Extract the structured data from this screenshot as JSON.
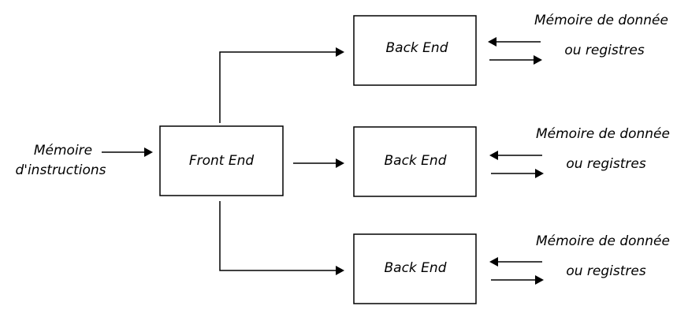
{
  "instruction_memory": {
    "line1": "Mémoire",
    "line2": "d'instructions"
  },
  "front_end": {
    "label": "Front End"
  },
  "back_ends": [
    {
      "label": "Back End",
      "memory_line1": "Mémoire de donnée",
      "memory_line2": "ou registres"
    },
    {
      "label": "Back End",
      "memory_line1": "Mémoire de donnée",
      "memory_line2": "ou registres"
    },
    {
      "label": "Back End",
      "memory_line1": "Mémoire de donnée",
      "memory_line2": "ou registres"
    }
  ]
}
